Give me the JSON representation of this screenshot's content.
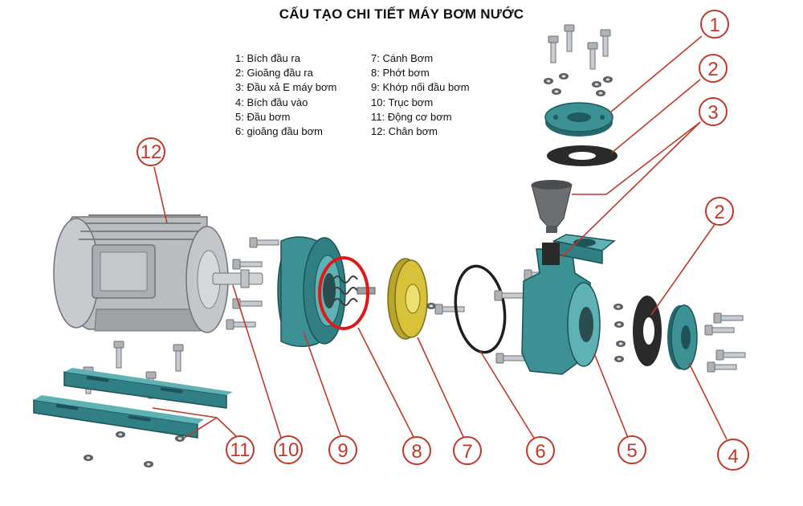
{
  "title": "CẤU TẠO CHI TIẾT MÁY BƠM NƯỚC",
  "legend_left": [
    "1: Bích đầu ra",
    "2: Gioăng đầu ra",
    "3: Đầu xả E máy bơm",
    "4: Bích đầu vào",
    "5: Đầu bơm",
    "6: gioăng đầu bơm"
  ],
  "legend_right": [
    "7: Cánh Bơm",
    "8:  Phớt bơm",
    "9: Khớp nối đầu bơm",
    "10: Trục bơm",
    "11: Động cơ bơm",
    "12: Chân bơm"
  ],
  "callouts": [
    "1",
    "2",
    "3",
    "2",
    "4",
    "5",
    "6",
    "7",
    "8",
    "9",
    "10",
    "11",
    "12"
  ],
  "colors": {
    "teal_part": "#2f7f84",
    "teal_light": "#5fb2b4",
    "motor_grey": "#b8bcc0",
    "gasket_black": "#2a2a2a",
    "impeller_yellow": "#d8c23a",
    "callout_red": "#c0392b",
    "highlight_red": "#e01818"
  },
  "icons": [
    "bolt-icon"
  ]
}
